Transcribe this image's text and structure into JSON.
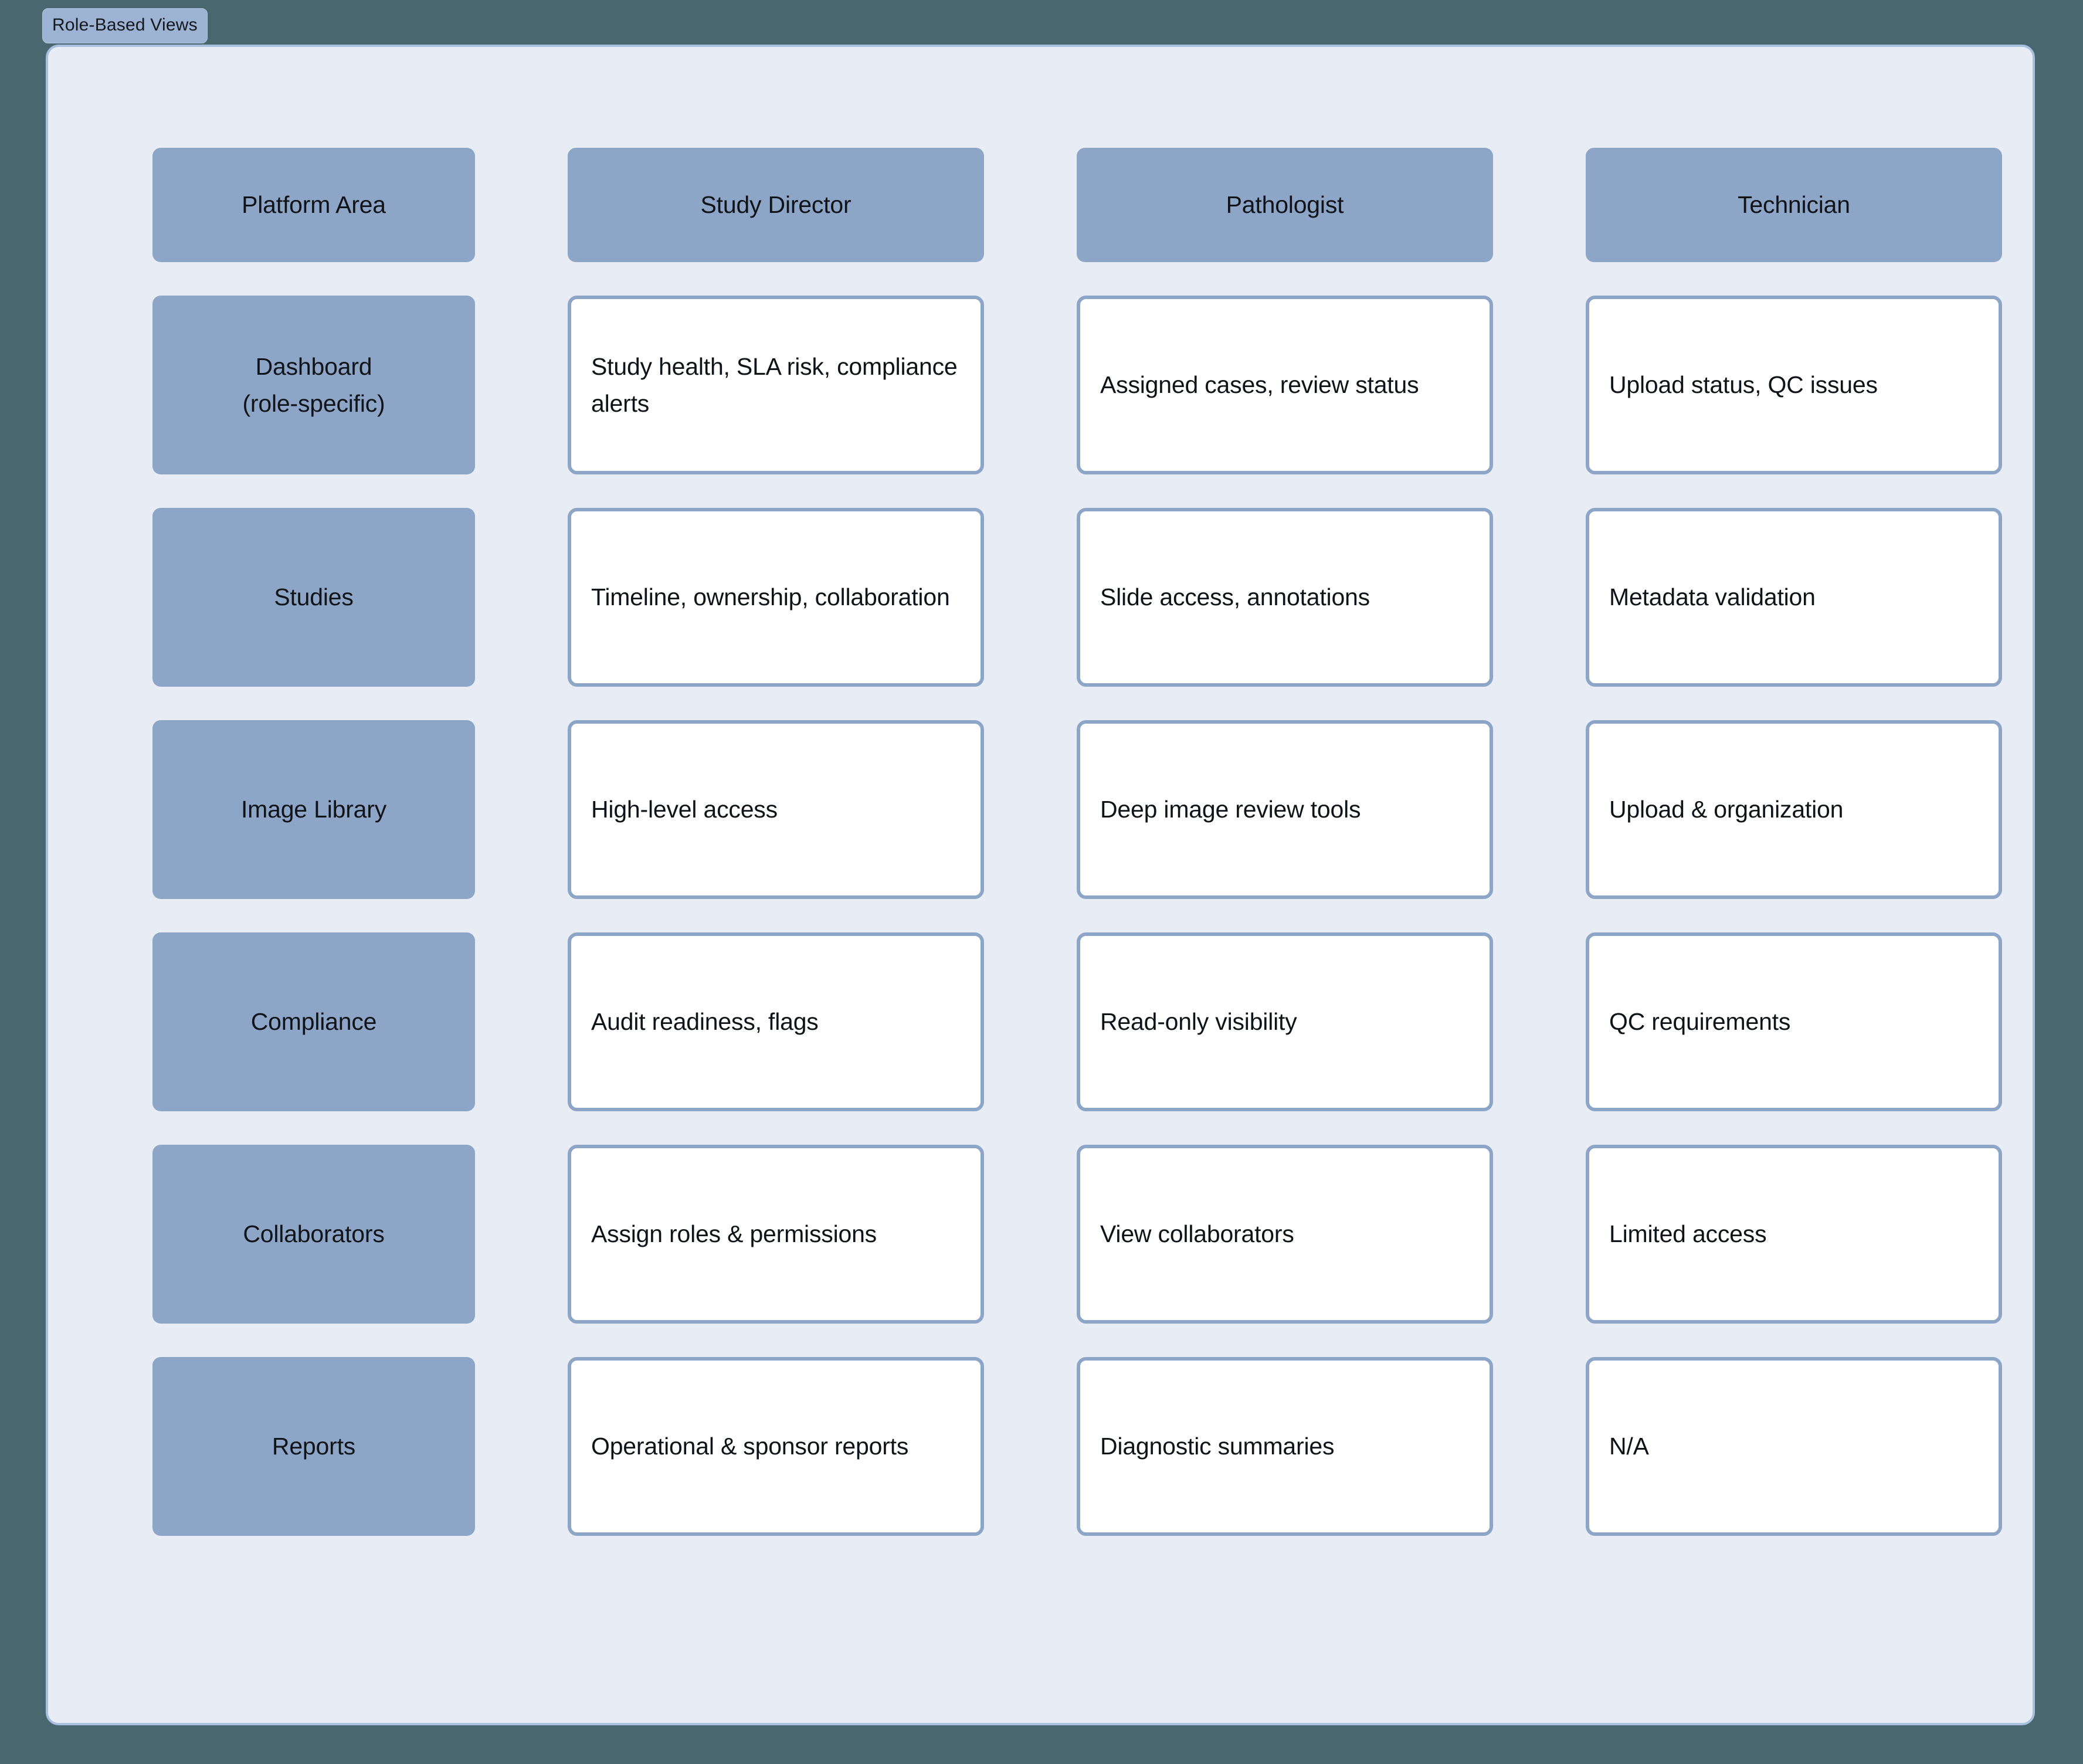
{
  "diagram": {
    "title": "Role-Based Views",
    "colors": {
      "page_background": "#4a6770",
      "panel_background": "#e8ecf5",
      "panel_border": "#a8c0de",
      "header_fill": "#8da6c8",
      "row_label_fill": "#8da6c8",
      "content_fill": "#ffffff",
      "content_border": "#8da6c8",
      "text": "#101317",
      "badge_fill": "#9cb3d4"
    }
  },
  "matrix": {
    "headers": [
      {
        "label": "Platform Area"
      },
      {
        "label": "Study Director"
      },
      {
        "label": "Pathologist"
      },
      {
        "label": "Technician"
      }
    ],
    "rows": [
      {
        "label": "Dashboard\n(role-specific)",
        "label_lines": [
          "Dashboard",
          "(role-specific)"
        ],
        "cells": [
          "Study health, SLA risk, compliance alerts",
          "Assigned cases, review status",
          "Upload status, QC issues"
        ]
      },
      {
        "label": "Studies",
        "label_lines": [
          "Studies"
        ],
        "cells": [
          "Timeline, ownership, collaboration",
          "Slide access, annotations",
          "Metadata validation"
        ]
      },
      {
        "label": "Image Library",
        "label_lines": [
          "Image Library"
        ],
        "cells": [
          "High-level access",
          "Deep image review tools",
          "Upload & organization"
        ]
      },
      {
        "label": "Compliance",
        "label_lines": [
          "Compliance"
        ],
        "cells": [
          "Audit readiness, flags",
          "Read-only visibility",
          "QC requirements"
        ]
      },
      {
        "label": "Collaborators",
        "label_lines": [
          "Collaborators"
        ],
        "cells": [
          "Assign roles & permissions",
          "View collaborators",
          "Limited access"
        ]
      },
      {
        "label": "Reports",
        "label_lines": [
          "Reports"
        ],
        "cells": [
          "Operational & sponsor reports",
          "Diagnostic summaries",
          "N/A"
        ]
      }
    ]
  }
}
